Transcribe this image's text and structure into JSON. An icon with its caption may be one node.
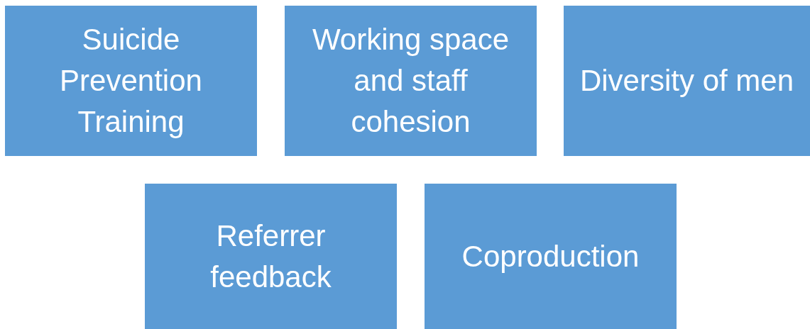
{
  "diagram": {
    "nodes": [
      {
        "text": [
          "Suicide Prevention Training"
        ]
      },
      {
        "text": [
          "Working space and staff cohesion"
        ]
      },
      {
        "text": [
          "Diversity of men"
        ]
      },
      {
        "text": [
          "Referrer feedback"
        ]
      },
      {
        "text": [
          "Coproduction"
        ]
      }
    ]
  }
}
